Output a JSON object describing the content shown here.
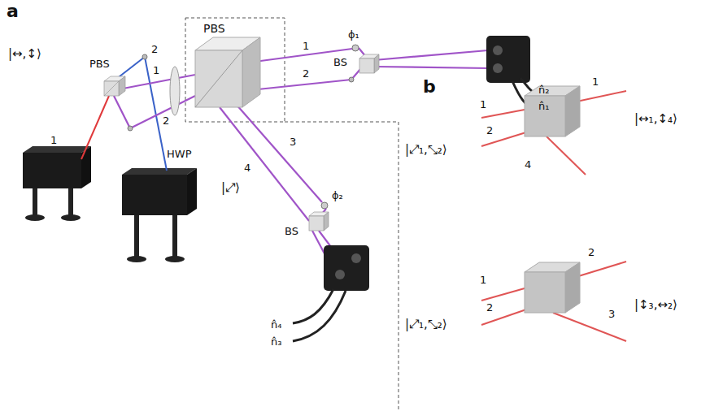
{
  "diagram": {
    "labels": [
      "a",
      "PBS",
      "1",
      "2",
      "ϕ₁",
      "BS",
      "n̂₂",
      "n̂₁",
      "PBS",
      "2",
      "|↔,↕⟩",
      "1",
      "1",
      "2",
      "HWP",
      "|⤢⟩",
      "3",
      "4",
      "ϕ₂",
      "BS",
      "n̂₄",
      "n̂₃",
      "b",
      "1",
      "1",
      "2",
      "4",
      "|⤢₁,⤡₂⟩",
      "|↔₁,↕₄⟩",
      "2",
      "3",
      "1",
      "2",
      "|⤢₁,⤡₂⟩",
      "|↕₃,↔₂⟩"
    ]
  }
}
